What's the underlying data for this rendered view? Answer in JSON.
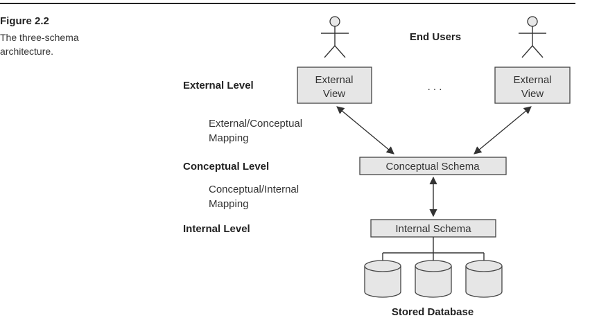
{
  "figure": {
    "title": "Figure 2.2",
    "caption": "The three-schema architecture."
  },
  "levels": {
    "external": "External Level",
    "conceptual": "Conceptual Level",
    "internal": "Internal Level"
  },
  "mappings": {
    "external_conceptual": [
      "External/Conceptual",
      "Mapping"
    ],
    "conceptual_internal": [
      "Conceptual/Internal",
      "Mapping"
    ]
  },
  "nodes": {
    "end_users": "End Users",
    "external_view_left": [
      "External",
      "View"
    ],
    "ellipsis": ". . .",
    "external_view_right": [
      "External",
      "View"
    ],
    "conceptual_schema": "Conceptual Schema",
    "internal_schema": "Internal Schema",
    "stored_database": "Stored Database"
  }
}
